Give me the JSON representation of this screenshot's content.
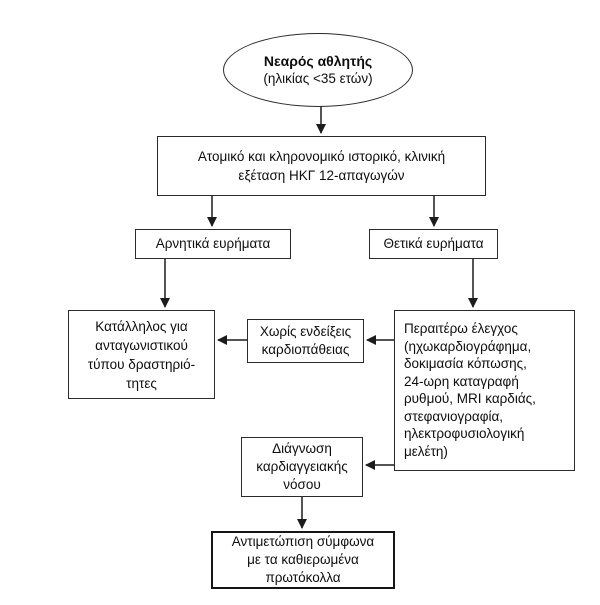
{
  "diagram": {
    "title": "Athlete cardiac screening flowchart",
    "nodes": {
      "athlete": {
        "title": "Νεαρός αθλητής",
        "subtitle": "(ηλικίας <35 ετών)"
      },
      "history": {
        "lines": [
          "Ατομικό και κληρονομικό ιστορικό, κλινική",
          "εξέταση ΗΚΓ 12-απαγωγών"
        ]
      },
      "negative": {
        "label": "Αρνητικά ευρήματα"
      },
      "positive": {
        "label": "Θετικά ευρήματα"
      },
      "suitable": {
        "lines": [
          "Κατάλληλος για",
          "ανταγωνιστικού",
          "τύπου δραστηριό-",
          "τητες"
        ]
      },
      "no_evidence": {
        "lines": [
          "Χωρίς ενδείξεις",
          "καρδιοπάθειας"
        ]
      },
      "further": {
        "lines": [
          "Περαιτέρω έλεγχος",
          "(ηχωκαρδιογράφημα,",
          "δοκιμασία κόπωσης,",
          "24-ωρη καταγραφή",
          "ρυθμού, MRI καρδιάς,",
          "στεφανιογραφία,",
          "ηλεκτροφυσιολογική",
          "μελέτη)"
        ]
      },
      "diagnosis": {
        "lines": [
          "Διάγνωση",
          "καρδιαγγειακής",
          "νόσου"
        ]
      },
      "treatment": {
        "lines": [
          "Αντιμετώπιση σύμφωνα",
          "με τα καθιερωμένα",
          "πρωτόκολλα"
        ]
      }
    },
    "colors": {
      "background": "#ffffff",
      "border": "#2b2b2b",
      "text": "#0e0e0e",
      "arrow": "#1c1c1c"
    }
  }
}
